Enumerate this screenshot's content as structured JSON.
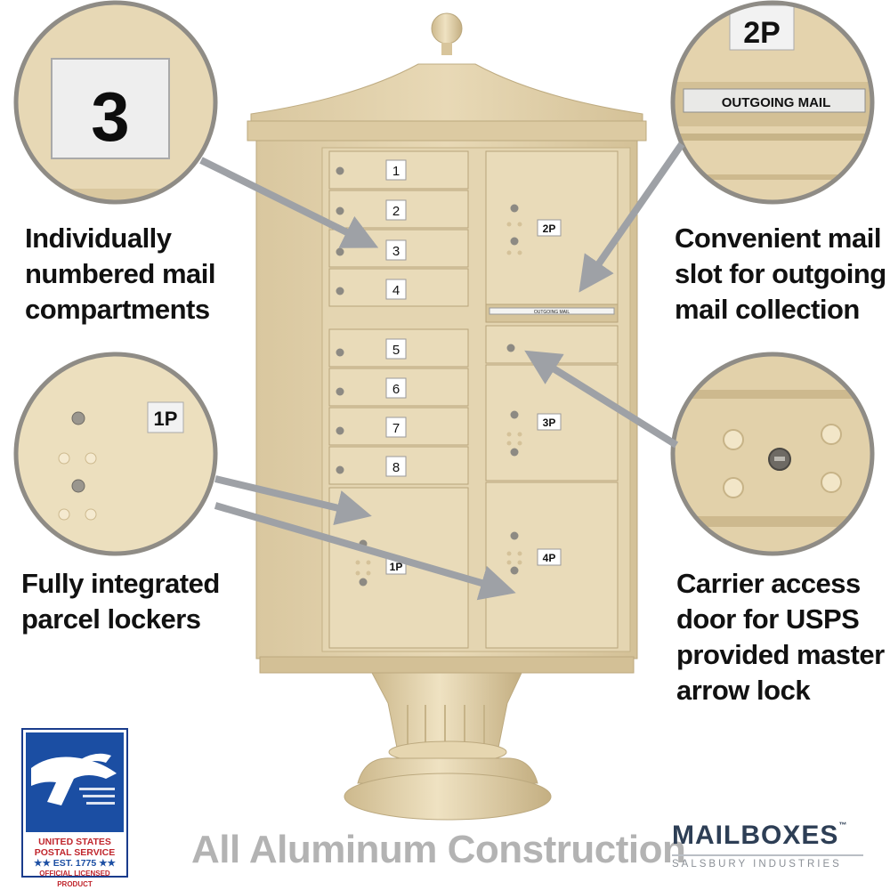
{
  "callouts": {
    "compartments": {
      "badge": "3",
      "lines": [
        "Individually",
        "numbered mail",
        "compartments"
      ]
    },
    "outgoing": {
      "badge": "2P",
      "plate": "OUTGOING MAIL",
      "lines": [
        "Convenient mail",
        "slot for outgoing",
        "mail collection"
      ]
    },
    "parcel": {
      "badge": "1P",
      "lines": [
        "Fully integrated",
        "parcel lockers"
      ]
    },
    "carrier": {
      "lines": [
        "Carrier access",
        "door for USPS",
        "provided master",
        "arrow lock"
      ]
    }
  },
  "mailbox": {
    "doors": [
      "1",
      "2",
      "3",
      "4",
      "5",
      "6",
      "7",
      "8"
    ],
    "parcels": [
      "2P",
      "3P",
      "1P",
      "4P"
    ],
    "slot_label": "OUTGOING MAIL"
  },
  "footer": {
    "headline": "All Aluminum Construction"
  },
  "brand": {
    "name": "MAILBOXES",
    "tm": "™",
    "subtitle": "SALSBURY INDUSTRIES"
  },
  "usps_logo": {
    "line1": "UNITED STATES",
    "line2": "POSTAL SERVICE",
    "line3": "★★ EST. 1775 ★★",
    "line4": "OFFICIAL LICENSED PRODUCT"
  },
  "colors": {
    "sand": "#e3d3ae",
    "sand_dark": "#c9b68e",
    "circle_border": "#8f8c86",
    "arrow": "#9ea1a6",
    "usps_blue": "#1b4ea3",
    "usps_red": "#c0262d",
    "brand_navy": "#2d3e55"
  }
}
